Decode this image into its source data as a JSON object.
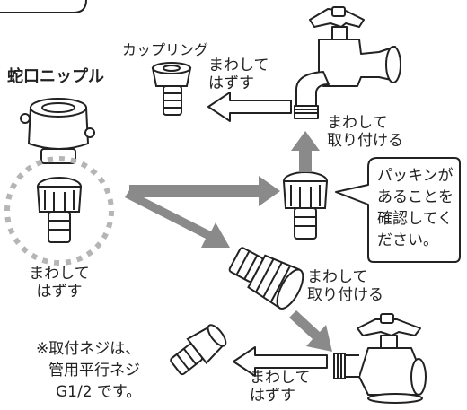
{
  "labels": {
    "coupling": "カップリング",
    "nipple": "蛇口ニップル",
    "remove_top_1": "まわして",
    "remove_top_2": "はずす",
    "attach_top_1": "まわして",
    "attach_top_2": "取り付ける",
    "remove_left_1": "まわして",
    "remove_left_2": "はずす",
    "attach_mid_1": "まわして",
    "attach_mid_2": "取り付ける",
    "remove_bottom_1": "まわして",
    "remove_bottom_2": "はずす",
    "note_1": "※取付ネジは、",
    "note_2": "管用平行ネジ",
    "note_3": "G1/2 です。"
  },
  "callout": {
    "line_1": "パッキンが",
    "line_2": "あることを",
    "line_3": "確認してく",
    "line_4": "ださい。"
  },
  "colors": {
    "arrow_gray": "#8a8a8a",
    "stroke": "#222222",
    "dotted_circle": "#b5b5b5"
  }
}
